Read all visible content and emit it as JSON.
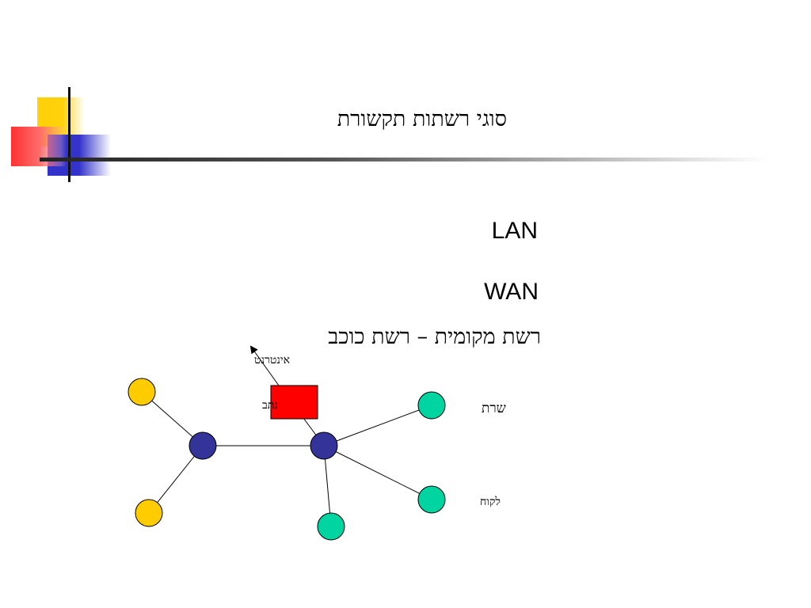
{
  "slide": {
    "title": "סוגי רשתות תקשורת",
    "bullets": [
      "LAN",
      "WAN"
    ],
    "subheading": "רשת מקומית – רשת כוכב"
  },
  "diagram": {
    "labels": {
      "internet": "אינטרנט",
      "router": "נתב",
      "server": "שרת",
      "client": "לקוח"
    },
    "colors": {
      "hub": "#333399",
      "yellow_node": "#ffcc00",
      "green_node": "#00d4a0",
      "router": "#ff0000",
      "accent_yellow": "#ffd10a",
      "accent_red": "#ff3030",
      "accent_blue": "#3333cc"
    }
  }
}
